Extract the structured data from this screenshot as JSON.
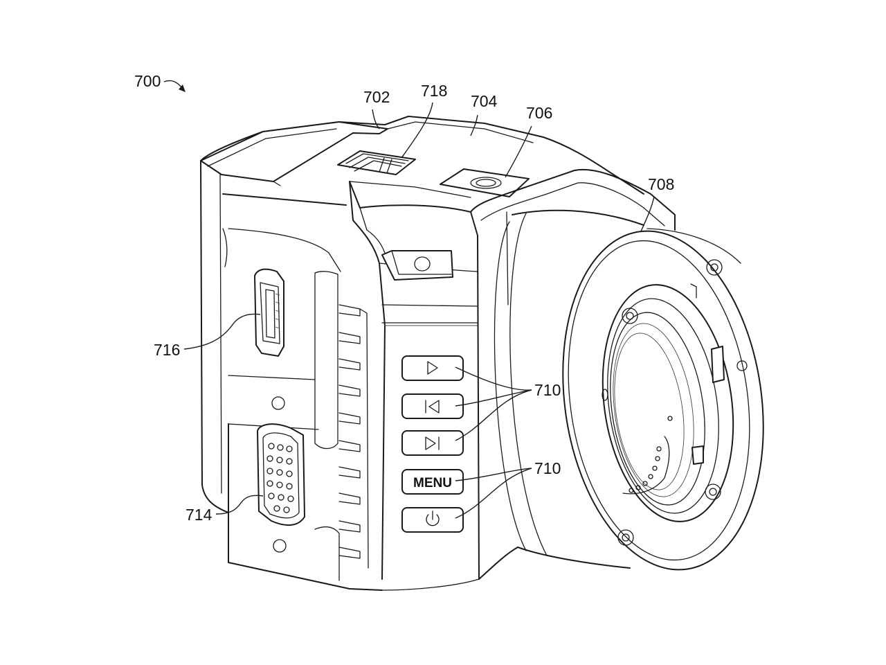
{
  "figure": {
    "ref_numbers": {
      "device": "700",
      "top_panel": "702",
      "top_surface": "704",
      "mount_socket": "706",
      "lens_mount": "708",
      "buttons_upper": "710",
      "buttons_lower": "710",
      "vga_port": "714",
      "hdmi_port": "716",
      "vent": "718"
    },
    "buttons": {
      "play_icon": "play-icon",
      "prev_icon": "skip-back-icon",
      "next_icon": "skip-forward-icon",
      "menu_label": "MENU",
      "power_icon": "power-icon"
    }
  }
}
